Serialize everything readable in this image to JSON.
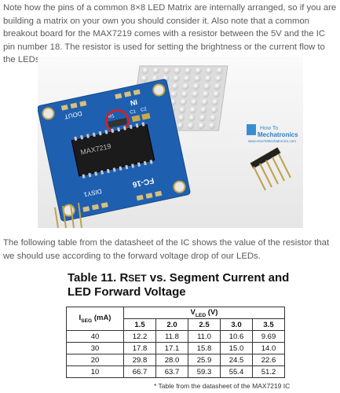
{
  "intro": "Note how the pins of a common 8×8 LED Matrix are internally arranged, so if you are building a matrix on your own you should consider it. Also note that a common breakout board for the MAX7219 comes with a resistor between the 5V and the IC pin number 18. The resistor is used for setting the brightness or the current flow to the LEDs.",
  "photo": {
    "pcb_top_labels": [
      "DOUT",
      "IN"
    ],
    "pcb_bottom_labels": [
      "DISY1",
      "FC-16"
    ],
    "chip_text": "MAX7219",
    "resistor_label": "R1",
    "cap_labels": [
      "C1",
      "C2"
    ],
    "watermark_title": "How To",
    "watermark_brand": "Mechatronics",
    "watermark_url": "www.HowToMechatronics.com"
  },
  "followup": "The following table from the datasheet of the IC shows the value of the resistor that we should use according to the forward voltage drop of our LEDs.",
  "table": {
    "title_prefix": "Table 11. ",
    "title_r": "R",
    "title_set": "SET",
    "title_rest": " vs. Segment Current and",
    "title_line2": "LED Forward Voltage",
    "row_header_main": "I",
    "row_header_sub": "SEG",
    "row_header_unit": " (mA)",
    "col_group_main": "V",
    "col_group_sub": "LED",
    "col_group_unit": " (V)",
    "voltages": [
      "1.5",
      "2.0",
      "2.5",
      "3.0",
      "3.5"
    ],
    "rows": [
      {
        "current": "40",
        "values": [
          "12.2",
          "11.8",
          "11.0",
          "10.6",
          "9.69"
        ]
      },
      {
        "current": "30",
        "values": [
          "17.8",
          "17.1",
          "15.8",
          "15.0",
          "14.0"
        ]
      },
      {
        "current": "20",
        "values": [
          "29.8",
          "28.0",
          "25.9",
          "24.5",
          "22.6"
        ]
      },
      {
        "current": "10",
        "values": [
          "66.7",
          "63.7",
          "59.3",
          "55.4",
          "51.2"
        ]
      }
    ]
  },
  "caption": "* Table from the datasheet of the MAX7219 IC",
  "colors": {
    "pcb_blue": "#1f5fb0",
    "matrix_white": "#ececec",
    "highlight_red": "#d62020"
  }
}
